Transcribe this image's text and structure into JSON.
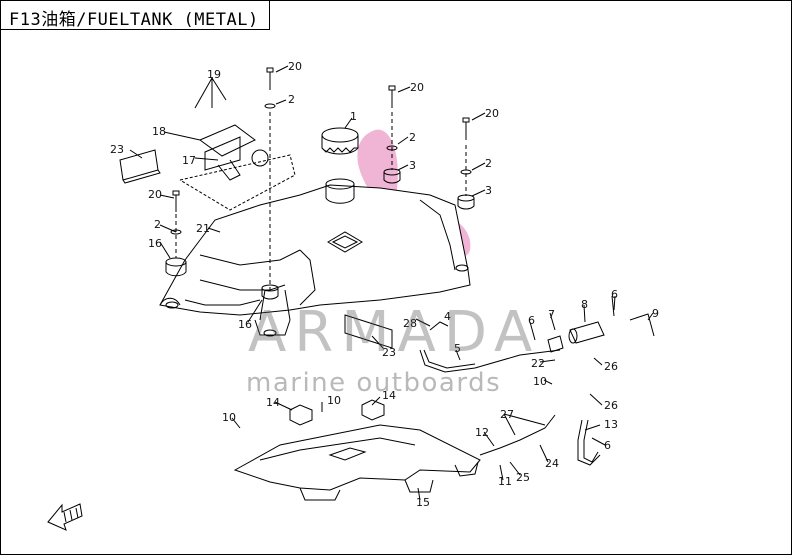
{
  "diagram": {
    "title": "F13油箱/FUELTANK (METAL)",
    "callouts": [
      "1",
      "2",
      "3",
      "4",
      "5",
      "6",
      "7",
      "8",
      "9",
      "10",
      "11",
      "12",
      "13",
      "14",
      "15",
      "16",
      "17",
      "18",
      "19",
      "20",
      "21",
      "22",
      "23",
      "24",
      "25",
      "26",
      "27",
      "28"
    ]
  },
  "watermark": {
    "brand": "ARMADA",
    "tagline": "marine outboards",
    "logo_color": "#e06fa8"
  },
  "icons": {
    "orientation": "front-arrow-icon"
  }
}
